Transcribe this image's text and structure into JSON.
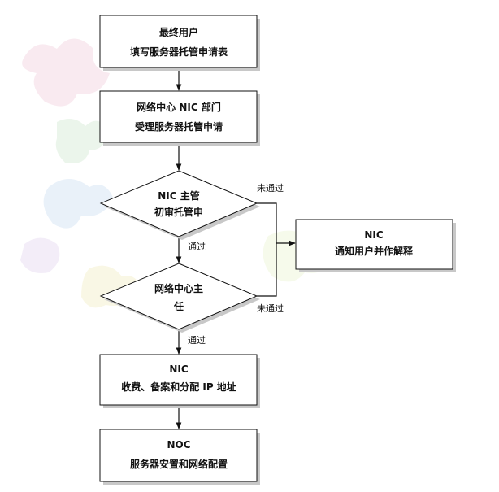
{
  "flowchart": {
    "nodes": {
      "start": {
        "lines": [
          "最终用户",
          "填写服务器托管申请表"
        ]
      },
      "accept": {
        "lines": [
          "网络中心 NIC 部门",
          "受理服务器托管申请"
        ]
      },
      "review1": {
        "lines": [
          "NIC 主管",
          "初审托管申"
        ]
      },
      "notify": {
        "lines": [
          "NIC",
          "通知用户并作解释"
        ]
      },
      "review2": {
        "lines": [
          "网络中心主",
          "任"
        ]
      },
      "billing": {
        "lines": [
          "NIC",
          "收费、备案和分配 IP 地址"
        ]
      },
      "config": {
        "lines": [
          "NOC",
          "服务器安置和网络配置"
        ]
      }
    },
    "edge_labels": {
      "pass1": "通过",
      "pass2": "通过",
      "fail1": "未通过",
      "fail2": "未通过"
    }
  }
}
